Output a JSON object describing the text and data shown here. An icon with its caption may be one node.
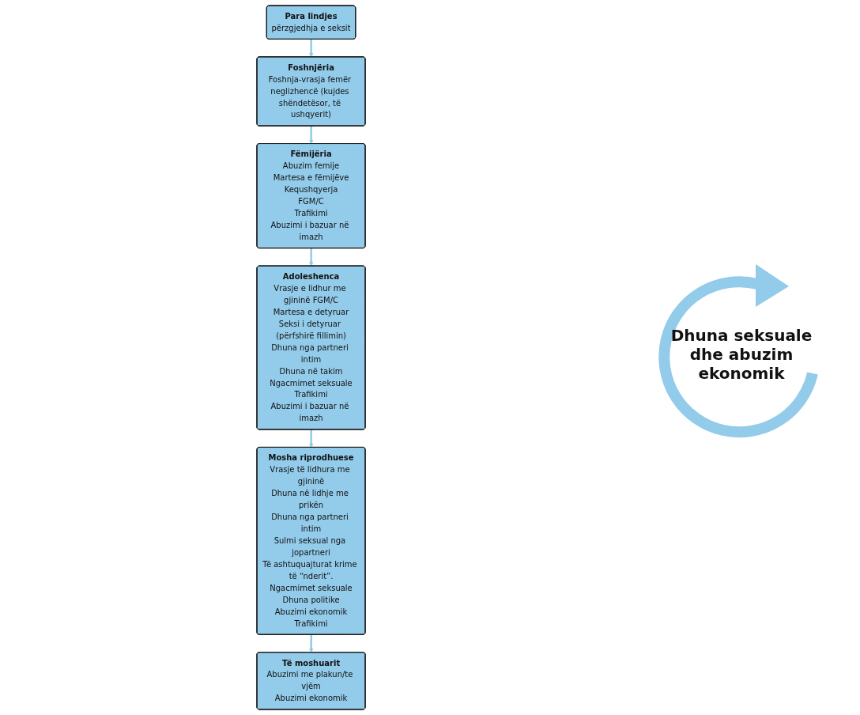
{
  "diagram": {
    "nodes": [
      {
        "text": [
          "Mosha riprodhuese",
          "Vrasje të lidhura me gjininë",
          "Dhuna në lidhje me prikën",
          "Dhuna nga partneri intim",
          "Sulmi seksual nga jopartneri",
          "Të ashtuquajturat krime të “nderit”.",
          "Ngacmimet seksuale",
          "Dhuna politike",
          "Abuzimi ekonomik",
          "Trafikimi"
        ]
      },
      {
        "text": [
          "Të moshuarit",
          "Abuzimi me plakun/te vjëm",
          "Abuzimi ekonomik"
        ]
      },
      {
        "text": [
          "Para lindjes",
          "përzgjedhja e seksit"
        ]
      },
      {
        "text": [
          "Foshnjëria",
          "Foshnja-vrasja femër neglizhencë (kujdes shëndetësor, të ushqyerit)"
        ]
      },
      {
        "text": [
          "Adoleshenca",
          "Vrasje e lidhur me gjininë FGM/C",
          "Martesa e detyruar",
          "Seksi i detyruar (përfshirë fillimin)",
          "Dhuna nga partneri intim",
          "Dhuna në takim",
          "Ngacmimet seksuale",
          "Trafikimi",
          "Abuzimi i bazuar në imazh"
        ]
      },
      {
        "text": [
          "Fëmijëria",
          "Abuzim femije",
          "Martesa e fëmijëve",
          "Kequshqyerja",
          "FGM/C",
          "Trafikimi",
          "Abuzimi i bazuar në imazh"
        ]
      }
    ],
    "edges": [
      {
        "from": 2,
        "to": 3,
        "arrow": "to"
      },
      {
        "from": 3,
        "to": 5,
        "arrow": "to"
      },
      {
        "from": 5,
        "to": 4,
        "arrow": "to"
      },
      {
        "from": 4,
        "to": 0,
        "arrow": "to"
      },
      {
        "from": 0,
        "to": 1,
        "arrow": "to"
      }
    ],
    "labels": [
      "Dhuna seksuale dhe abuzim ekonomik"
    ]
  }
}
